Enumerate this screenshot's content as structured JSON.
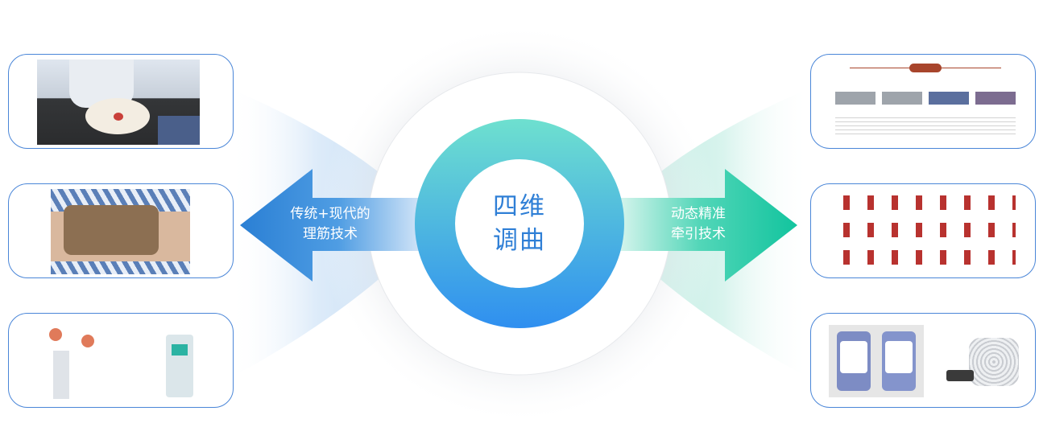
{
  "center": {
    "line1": "四维",
    "line2": "调曲"
  },
  "left_arrow": {
    "line1": "传统+现代的",
    "line2": "理筋技术"
  },
  "right_arrow": {
    "line1": "动态精准",
    "line2": "牵引技术"
  },
  "colors": {
    "card_border": "#4a86d8",
    "left_arrow": "#2a7fd4",
    "right_arrow": "#12c49e",
    "ring_top": "#6ee0cf",
    "ring_bottom": "#2f8ff0",
    "center_text": "#2f7fd6"
  },
  "left_cards": [
    {
      "name": "herbal-compress-photo"
    },
    {
      "name": "herbal-pack-on-back-photo"
    },
    {
      "name": "therapy-devices-photo"
    }
  ],
  "right_cards": [
    {
      "name": "traction-bed-poster"
    },
    {
      "name": "exercise-poses-chart"
    },
    {
      "name": "brace-and-device-photo"
    }
  ]
}
